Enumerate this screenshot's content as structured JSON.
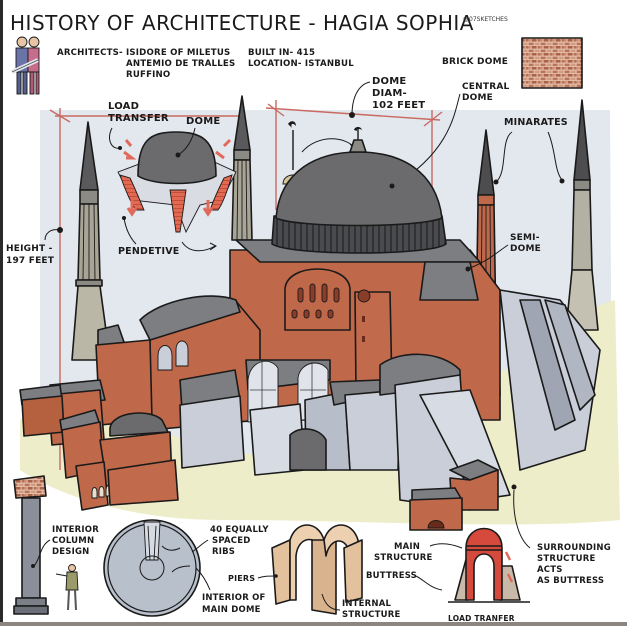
{
  "header": {
    "title": "HISTORY OF ARCHITECTURE - HAGIA SOPHIA",
    "credit": "@07SKETCHES"
  },
  "info": {
    "architects_label": "ARCHITECTS-",
    "architects": [
      "ISIDORE OF MILETUS",
      "ANTEMIO DE TRALLES",
      "RUFFINO"
    ],
    "built": "BUILT IN- 415",
    "location": "LOCATION- ISTANBUL"
  },
  "annotations": {
    "brick_dome": "BRICK DOME",
    "dome_diam": [
      "DOME",
      "DIAM-",
      "102 FEET"
    ],
    "central_dome": [
      "CENTRAL",
      "DOME"
    ],
    "minarates": "MINARATES",
    "load_transfer": [
      "LOAD",
      "TRANSFER"
    ],
    "dome": "DOME",
    "pendetive": "PENDETIVE",
    "height": [
      "HEIGHT -",
      "197 FEET"
    ],
    "semi_dome": [
      "SEMI-",
      "DOME"
    ]
  },
  "bottom": {
    "column": [
      "INTERIOR",
      "COLUMN",
      "DESIGN"
    ],
    "ribs": [
      "40 EQUALLY",
      "SPACED",
      "RIBS"
    ],
    "piers": "PIERS",
    "interior_dome": [
      "INTERIOR OF",
      "MAIN DOME"
    ],
    "internal_structure": [
      "INTERNAL",
      "STRUCTURE"
    ],
    "main_structure": [
      "MAIN",
      "STRUCTURE"
    ],
    "buttress": "BUTTRESS",
    "load_tranfer": "LOAD TRANFER",
    "surrounding": [
      "SURROUNDING",
      "STRUCTURE",
      "ACTS",
      "AS BUTTRESS"
    ]
  },
  "colors": {
    "brick": "#c0684a",
    "brick_dark": "#a35538",
    "dome_gray": "#6b6b6d",
    "roof_gray": "#7d7e82",
    "wall_light": "#c9ced8",
    "sky": "#e3e7ee",
    "ground": "#eeedc9",
    "minaret_stone": "#b6b2a2",
    "accent_red": "#d94a3a",
    "buttress_tan": "#e7c9a8"
  }
}
